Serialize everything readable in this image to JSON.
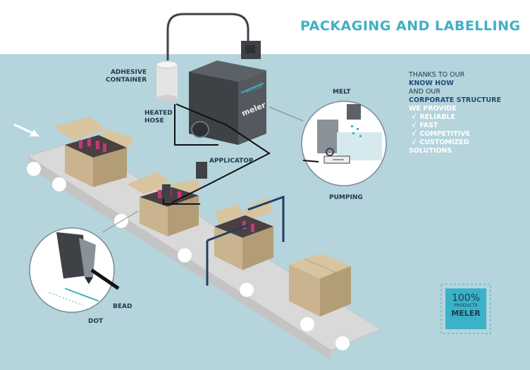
{
  "title": "PACKAGING AND LABELLING",
  "labels": {
    "adhesive_container": [
      "ADHESIVE",
      "CONTAINER"
    ],
    "heated_hose": [
      "HEATED",
      "HOSE"
    ],
    "applicator": "APPLICATOR",
    "melt": "MELT",
    "pumping": "PUMPING",
    "bead": "BEAD",
    "dot": "DOT",
    "machine_brand": "meler",
    "machine_model": "MICRON"
  },
  "info": {
    "line1": "THANKS TO OUR",
    "line2": "KNOW HOW",
    "line3": "AND OUR",
    "line4": "CORPORATE STRUCTURE",
    "line5": "WE PROVIDE",
    "benefits": [
      "RELIABLE",
      "FAST",
      "COMPETITIVE",
      "CUSTOMIZED"
    ],
    "last": "SOLUTIONS",
    "check_symbol": "√"
  },
  "badge": {
    "percent": "100%",
    "sub": "PRODUCTS",
    "brand": "MELER"
  },
  "colors": {
    "accent": "#3fb0c3",
    "background": "#b5d4dc",
    "dark_text": "#1f3a4e",
    "box": "#c9b48f",
    "conveyor": "#d9d9d9",
    "machine": "#4b4f55",
    "product": "#c0397b"
  }
}
